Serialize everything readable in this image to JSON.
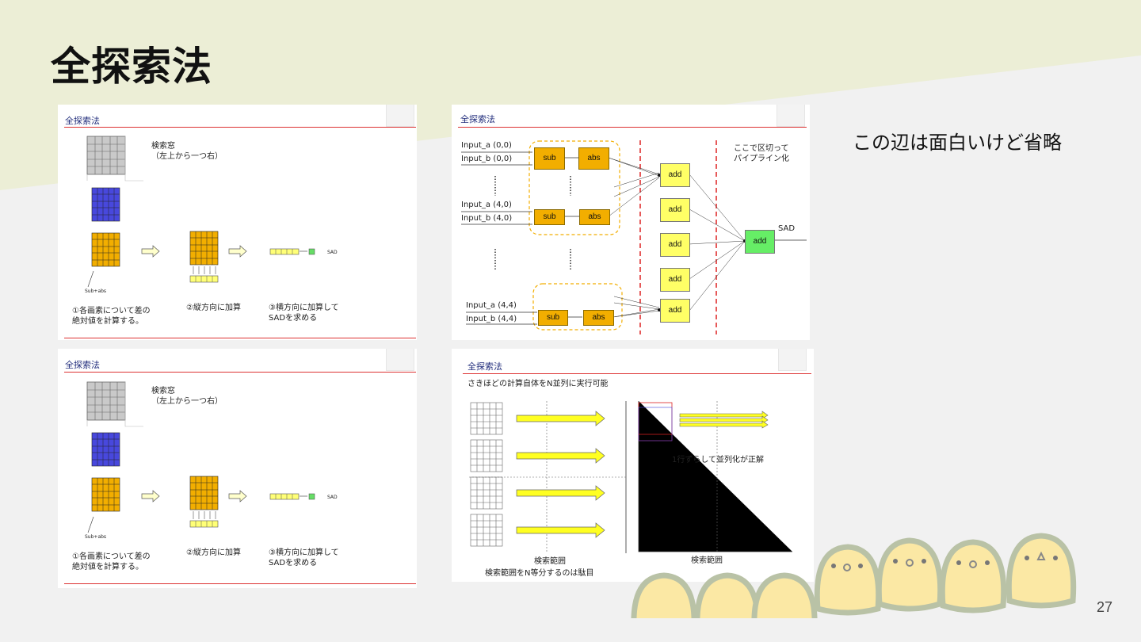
{
  "slide": {
    "title": "全探索法",
    "note": "この辺は面白いけど省略",
    "page_number": "27"
  },
  "panel_a": {
    "header": "全探索法",
    "window_label": "検索窓\n（左上から一つ右）",
    "sub_abs_label": "Sub+abs",
    "sad_label": "SAD",
    "step1": "①各画素について差の\n絶対値を計算する。",
    "step2": "②縦方向に加算",
    "step3": "③横方向に加算して\nSADを求める"
  },
  "panel_b": {
    "header": "全探索法",
    "inputs": [
      "Input_a (0,0)",
      "Input_b (0,0)",
      "Input_a (4,0)",
      "Input_b (4,0)",
      "Input_a (4,4)",
      "Input_b (4,4)"
    ],
    "sub_label": "sub",
    "abs_label": "abs",
    "add_label": "add",
    "sad_label": "SAD",
    "pipeline_note": "ここで区切って\nパイプライン化"
  },
  "panel_c": {
    "header": "全探索法",
    "window_label": "検索窓\n（左上から一つ右）",
    "sub_abs_label": "Sub+abs",
    "sad_label": "SAD",
    "step1": "①各画素について差の\n絶対値を計算する。",
    "step2": "②縦方向に加算",
    "step3": "③横方向に加算して\nSADを求める"
  },
  "panel_d": {
    "header": "全探索法",
    "subtitle": "さきほどの計算自体をN並列に実行可能",
    "left_axis": "検索範囲",
    "left_caption": "検索範囲をN等分するのは駄目",
    "right_axis": "検索範囲",
    "right_caption": "1行ずらして並列化が正解"
  },
  "colors": {
    "band": "#eceed6",
    "accent_red": "#dd2222",
    "orange": "#f2ae00",
    "yellow_box": "#ffff66",
    "green_box": "#66ee66",
    "blue_grid": "#4444dd",
    "chick": "#fbe8a4",
    "chick_shadow": "#b9c2a6"
  }
}
